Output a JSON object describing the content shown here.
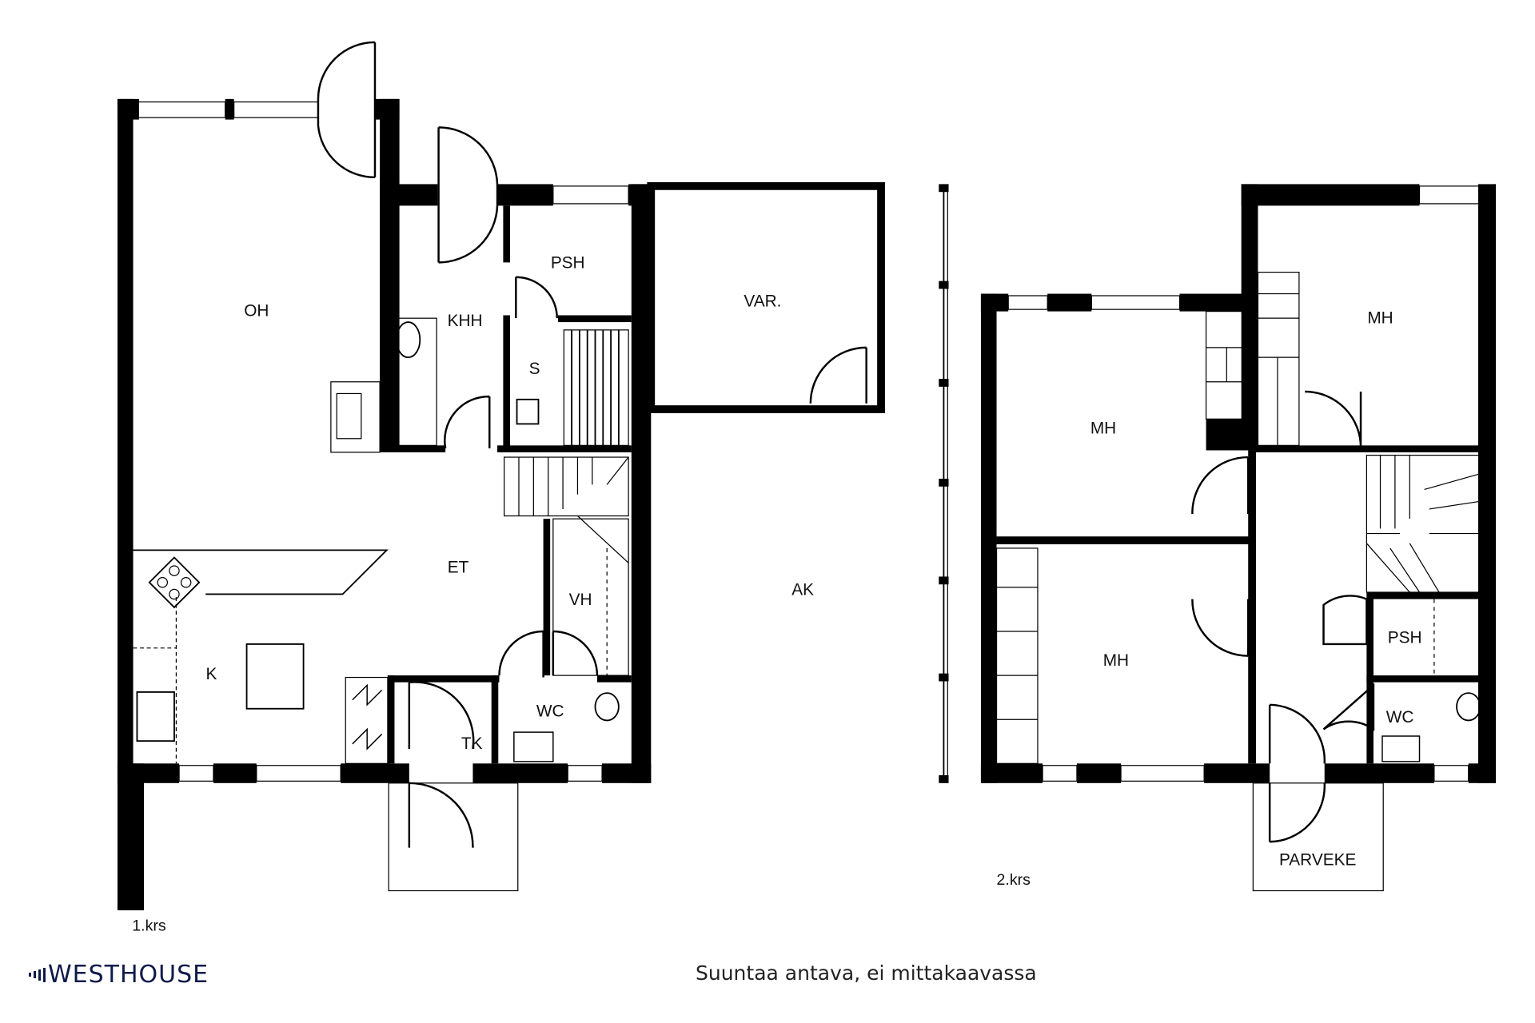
{
  "brand": {
    "logo_text": "WESTHOUSE",
    "color": "#0f1a4a"
  },
  "note": "Suuntaa antava, ei mittakaavassa",
  "floors": [
    {
      "label": "1.krs",
      "rooms": [
        "OH",
        "KHH",
        "PSH",
        "S",
        "VAR.",
        "ET",
        "K",
        "VH",
        "WC",
        "TK",
        "AK"
      ]
    },
    {
      "label": "2.krs",
      "rooms": [
        "MH",
        "MH",
        "MH",
        "PSH",
        "WC",
        "PARVEKE"
      ]
    }
  ]
}
